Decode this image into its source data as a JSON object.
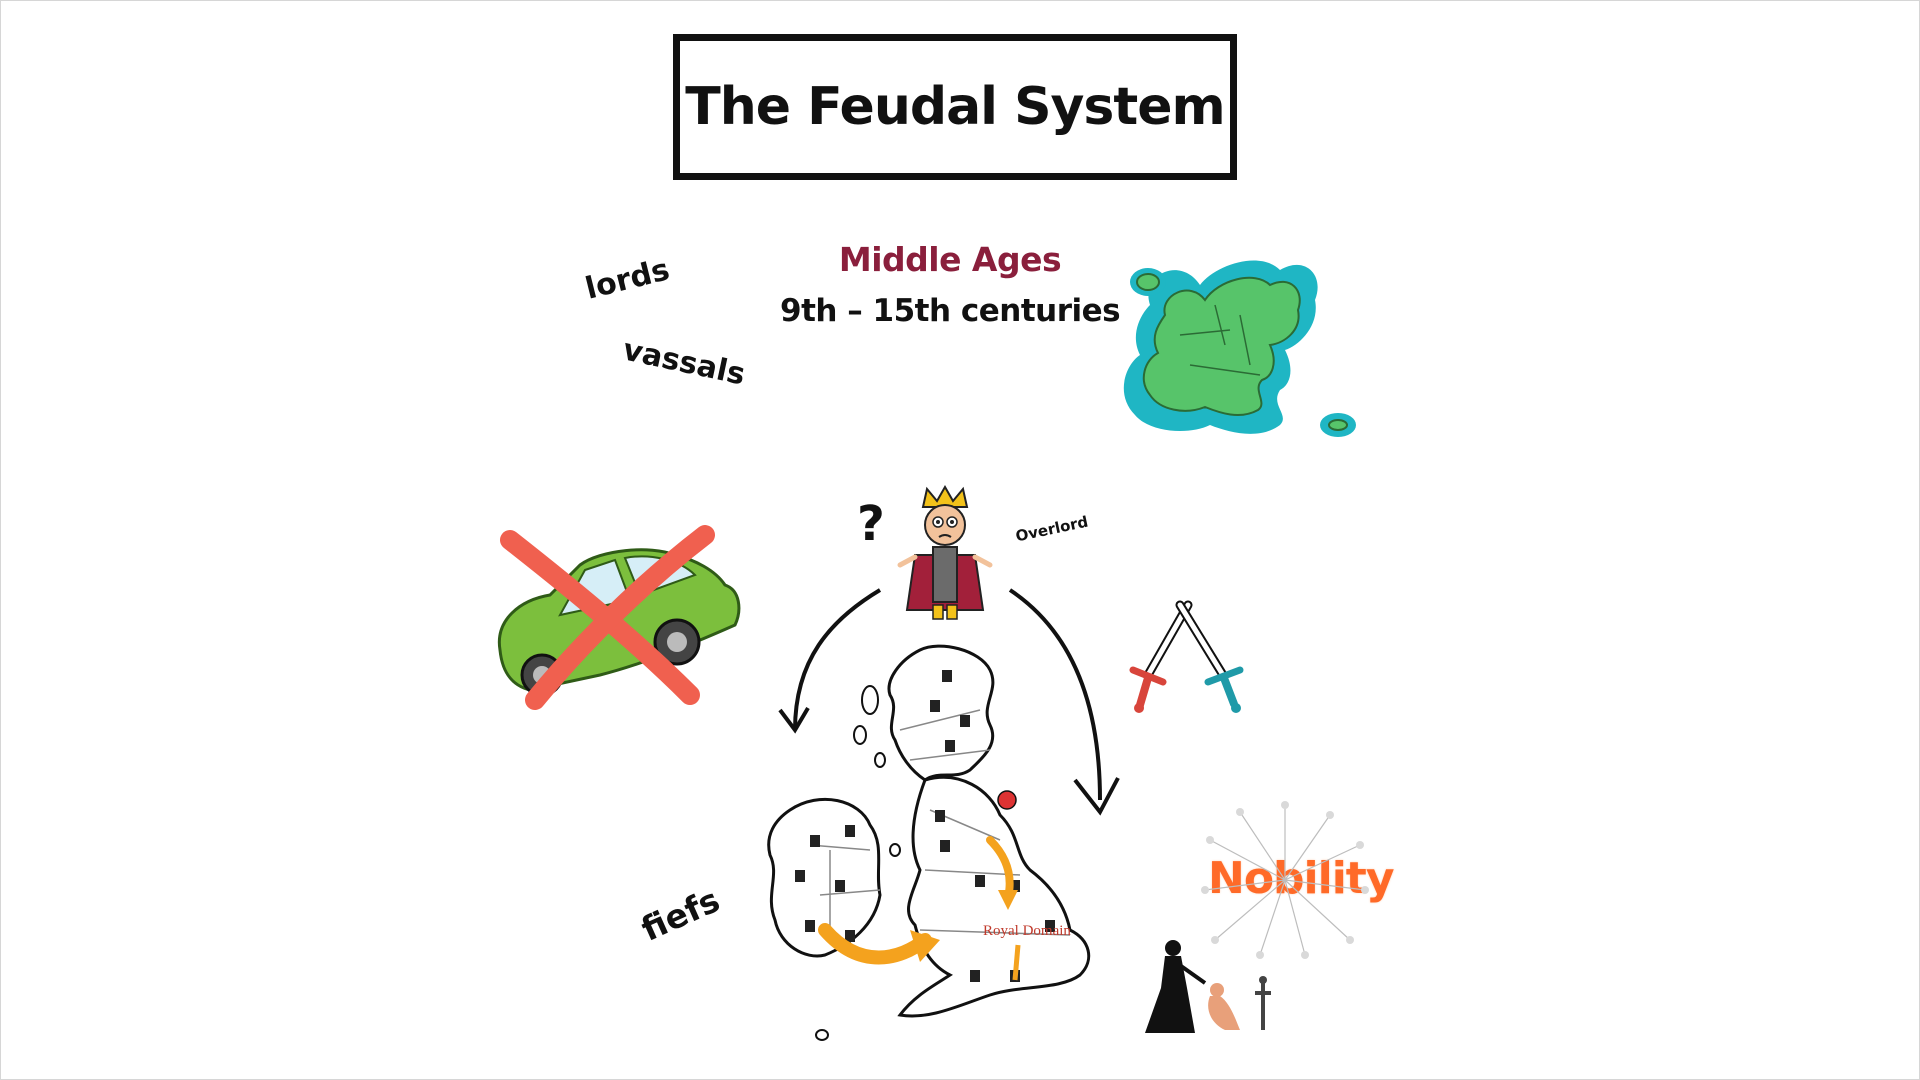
{
  "title": "The Feudal System",
  "period": {
    "name": "Middle Ages",
    "range": "9th – 15th centuries"
  },
  "terms": {
    "lords": "lords",
    "vassals": "vassals",
    "fiefs": "fiefs",
    "overlord": "Overlord",
    "question": "?",
    "nobility": "Nobility"
  },
  "map": {
    "royal_domain": "Royal Domain"
  },
  "colors": {
    "period_title": "#8a1f3c",
    "nobility": "#ff6a28",
    "cross": "#f0604f",
    "car": "#7cbf3d",
    "europe_land": "#57c46a",
    "europe_sea": "#1fb6c4",
    "arrow_orange": "#f4a21e"
  }
}
